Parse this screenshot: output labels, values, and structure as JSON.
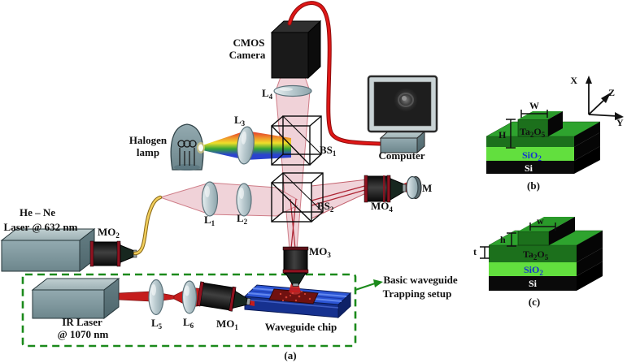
{
  "figure": {
    "panel_a_caption": "(a)",
    "trapping_note_line1": "Basic waveguide",
    "trapping_note_line2": "Trapping setup"
  },
  "components": {
    "cmos_camera": {
      "label_line1": "CMOS",
      "label_line2": "Camera"
    },
    "computer": {
      "label": "Computer"
    },
    "halogen_lamp": {
      "label_line1": "Halogen",
      "label_line2": "lamp"
    },
    "hene_laser": {
      "label_line1": "He – Ne",
      "label_line2": "Laser @ 632 nm"
    },
    "ir_laser": {
      "label_line1": "IR Laser",
      "label_line2": "@ 1070 nm"
    },
    "mirror": {
      "label": "M"
    },
    "waveguide_chip": {
      "label": "Waveguide chip"
    },
    "lenses": {
      "l1": {
        "base": "L",
        "sub": "1"
      },
      "l2": {
        "base": "L",
        "sub": "2"
      },
      "l3": {
        "base": "L",
        "sub": "3"
      },
      "l4": {
        "base": "L",
        "sub": "4"
      },
      "l5": {
        "base": "L",
        "sub": "5"
      },
      "l6": {
        "base": "L",
        "sub": "6"
      }
    },
    "beam_splitters": {
      "bs1": {
        "base": "BS",
        "sub": "1"
      },
      "bs2": {
        "base": "BS",
        "sub": "2"
      }
    },
    "objectives": {
      "mo1": {
        "base": "MO",
        "sub": "1"
      },
      "mo2": {
        "base": "MO",
        "sub": "2"
      },
      "mo3": {
        "base": "MO",
        "sub": "3"
      },
      "mo4": {
        "base": "MO",
        "sub": "4"
      }
    }
  },
  "panel_b": {
    "caption": "(b)",
    "axes": {
      "x": "X",
      "y": "Y",
      "z": "Z"
    },
    "dimensions": {
      "width": "W",
      "height": "H"
    },
    "layers": {
      "ta2o5": {
        "p1": "Ta",
        "s1": "2",
        "p2": "O",
        "s2": "5"
      },
      "sio2": {
        "p1": "SiO",
        "s1": "2"
      },
      "si": "Si"
    }
  },
  "panel_c": {
    "caption": "(c)",
    "dimensions": {
      "width": "w",
      "height": "h",
      "thickness": "t"
    },
    "layers": {
      "ta2o5": {
        "p1": "Ta",
        "s1": "2",
        "p2": "O",
        "s2": "5"
      },
      "sio2": {
        "p1": "SiO",
        "s1": "2"
      },
      "si": "Si"
    }
  },
  "colors": {
    "dashed_box_green": "#1b8a1b",
    "chip_blue": "#2c55d4",
    "beam_pink": "#eecdd4",
    "laser_red": "#c51d1d",
    "cable_red": "#df1717",
    "ta2o5_green": "#1c701c",
    "sio2_green": "#62df3e",
    "si_black": "#000000",
    "sio2_label_blue": "#1535d0",
    "metal_gray": "#7e969c"
  }
}
